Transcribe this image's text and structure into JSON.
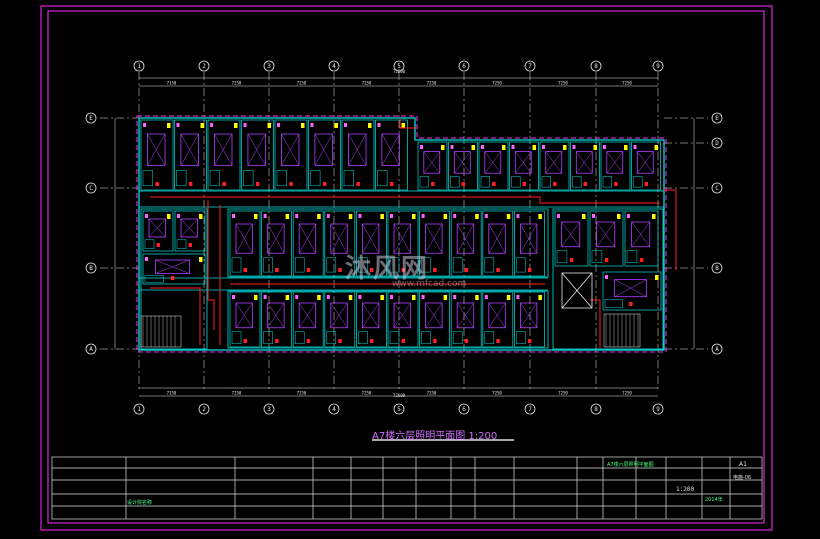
{
  "drawing": {
    "title": "A7楼六层照明平面图  1:200",
    "scale": "1:200",
    "sheet_label": "A1",
    "axes_top": [
      "1",
      "2",
      "3",
      "4",
      "5",
      "6",
      "7",
      "8",
      "9"
    ],
    "axes_bottom": [
      "1",
      "2",
      "3",
      "4",
      "5",
      "6",
      "7",
      "8",
      "9"
    ],
    "axes_left": [
      "E",
      "C",
      "B",
      "A"
    ],
    "axes_right": [
      "E",
      "D",
      "C",
      "B",
      "A"
    ],
    "dim_top_total": "72600",
    "dim_bottom_total": "72600",
    "dim_top": [
      "7150",
      "7250",
      "7250",
      "7250",
      "7250",
      "7250",
      "7250",
      "7250"
    ],
    "dim_bottom": [
      "7150",
      "7250",
      "7250",
      "7250",
      "7250",
      "7250",
      "7250",
      "7250"
    ]
  },
  "watermark": {
    "text": "沐风网",
    "sub": "www.mfcad.com"
  },
  "title_block": {
    "company": "设计院名称",
    "project": "A7楼六层照明平面图",
    "drawing_no": "电施-06",
    "date": "2014年"
  },
  "colors": {
    "frame": "#ff30ff",
    "axis": "#e8e8e8",
    "wall": "#00e0e0",
    "room": "#b040ff",
    "circuit": "#ff2020",
    "fixture": "#ffff00",
    "border": "#ff00ff"
  }
}
